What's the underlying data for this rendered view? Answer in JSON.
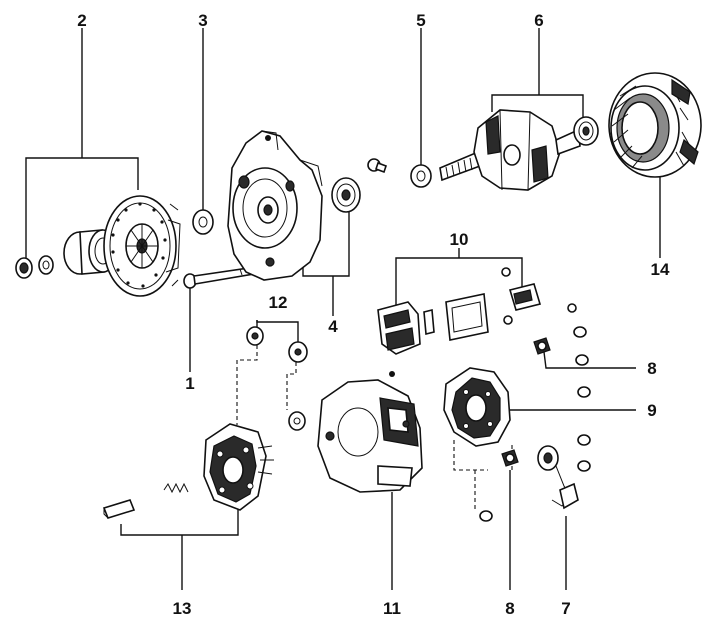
{
  "callouts": [
    {
      "id": "c1",
      "text": "1"
    },
    {
      "id": "c2",
      "text": "2"
    },
    {
      "id": "c3",
      "text": "3"
    },
    {
      "id": "c4",
      "text": "4"
    },
    {
      "id": "c5",
      "text": "5"
    },
    {
      "id": "c6",
      "text": "6"
    },
    {
      "id": "c7",
      "text": "7"
    },
    {
      "id": "c8a",
      "text": "8"
    },
    {
      "id": "c8b",
      "text": "8"
    },
    {
      "id": "c9",
      "text": "9"
    },
    {
      "id": "c10",
      "text": "10"
    },
    {
      "id": "c11",
      "text": "11"
    },
    {
      "id": "c12",
      "text": "12"
    },
    {
      "id": "c13",
      "text": "13"
    },
    {
      "id": "c14",
      "text": "14"
    }
  ]
}
